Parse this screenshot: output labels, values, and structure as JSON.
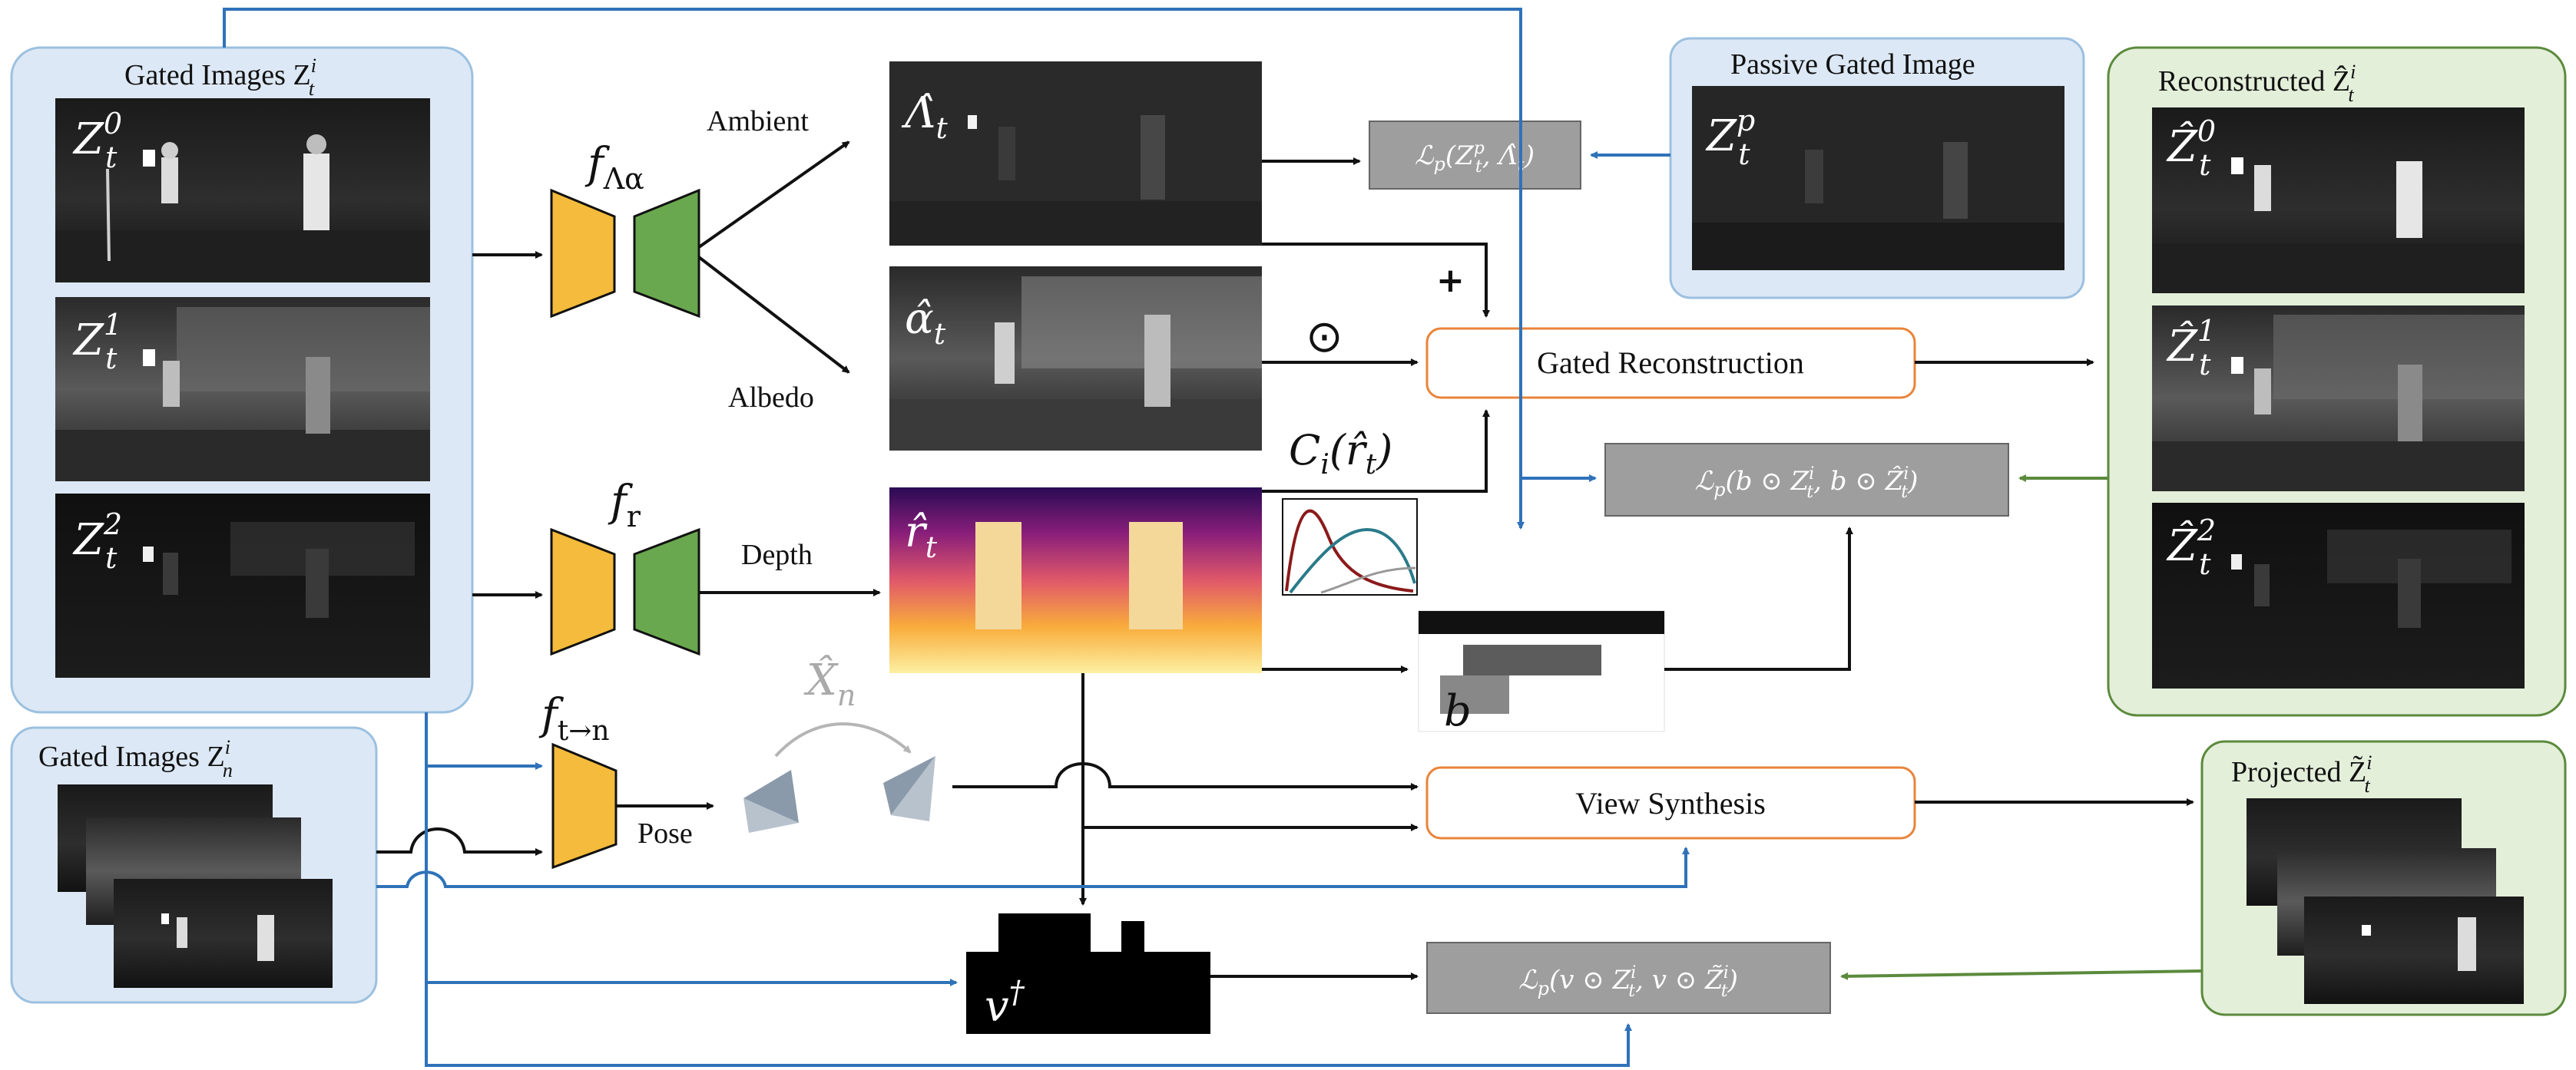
{
  "panels": {
    "gated_t": "Gated Images Z",
    "gated_t_sup": "i",
    "gated_t_sub": "t",
    "gated_n": "Gated Images Z",
    "gated_n_sup": "i",
    "gated_n_sub": "n",
    "passive": "Passive Gated Image",
    "reconstructed": "Reconstructed Ẑ",
    "reconstructed_sup": "i",
    "reconstructed_sub": "t",
    "projected": "Projected  Z̃",
    "projected_sup": "i",
    "projected_sub": "t"
  },
  "image_labels": {
    "z0": "Z",
    "z0_sup": "0",
    "z0_sub": "t",
    "z1": "Z",
    "z1_sup": "1",
    "z1_sub": "t",
    "z2": "Z",
    "z2_sup": "2",
    "z2_sub": "t",
    "zp": "Z",
    "zp_sup": "p",
    "zp_sub": "t",
    "rz0": "Ẑ",
    "rz0_sup": "0",
    "rz0_sub": "t",
    "rz1": "Ẑ",
    "rz1_sup": "1",
    "rz1_sub": "t",
    "rz2": "Ẑ",
    "rz2_sup": "2",
    "rz2_sub": "t",
    "lambda": "Λ̂",
    "lambda_sub": "t",
    "alpha": "α̂",
    "alpha_sub": "t",
    "r": "r̂",
    "r_sub": "t",
    "b": "b",
    "v": "v",
    "v_sup": "†"
  },
  "networks": {
    "f_lambda_alpha": "f",
    "f_lambda_alpha_sub": "Λα",
    "f_r": "f",
    "f_r_sub": "r",
    "f_pose": "f",
    "f_pose_sub": "t→n"
  },
  "edge_labels": {
    "ambient": "Ambient",
    "albedo": "Albedo",
    "depth": "Depth",
    "pose": "Pose",
    "plus": "+",
    "odot": "⊙",
    "ci": "C",
    "ci_sub": "i",
    "ci_arg": "(r̂",
    "ci_arg_sub": "t",
    "ci_close": ")",
    "x_n": "X̂",
    "x_n_sub": "n"
  },
  "boxes": {
    "gated_reconstruction": "Gated Reconstruction",
    "view_synthesis": "View Synthesis"
  },
  "losses": {
    "loss_ambient": "ℒ",
    "loss_ambient_sub": "p",
    "loss_ambient_arg": "(Z",
    "loss_ambient_arg_sup": "p",
    "loss_ambient_arg_sub": "t",
    "loss_ambient_end": ", Λ̂",
    "loss_ambient_end_sub": "t",
    "loss_ambient_close": ")",
    "loss_recon": "ℒ",
    "loss_recon_sub": "p",
    "loss_recon_arg": "(b ⊙ Z",
    "loss_recon_arg_sup": "i",
    "loss_recon_arg_sub": "t",
    "loss_recon_end": ", b ⊙ Ẑ",
    "loss_recon_end_sup": "i",
    "loss_recon_end_sub": "t",
    "loss_recon_close": ")",
    "loss_view": "ℒ",
    "loss_view_sub": "p",
    "loss_view_arg": "(v ⊙ Z",
    "loss_view_arg_sup": "i",
    "loss_view_arg_sub": "t",
    "loss_view_end": ", v ⊙ Z̃",
    "loss_view_end_sup": "i",
    "loss_view_end_sub": "t",
    "loss_view_close": ")"
  },
  "colors": {
    "blue_panel_fill": "#dce8f5",
    "blue_panel_stroke": "#9cc0e0",
    "green_panel_fill": "#e3efd9",
    "green_panel_stroke": "#5b8a3c",
    "encoder": "#f4bb3c",
    "decoder": "#6aa84f",
    "blue_arrow": "#2f72b9",
    "green_arrow": "#5b8a3c",
    "loss_box": "#9e9e9e",
    "orange_box_stroke": "#e8843a"
  }
}
